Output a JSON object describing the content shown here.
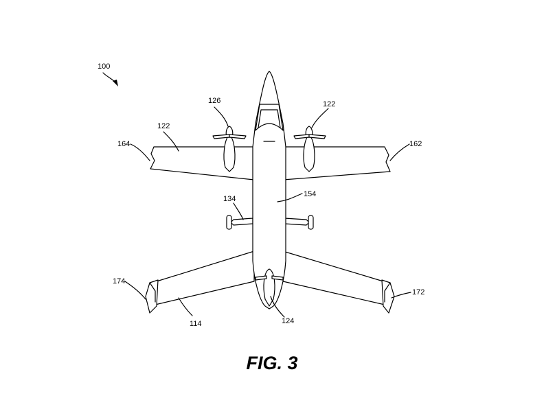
{
  "figure": {
    "caption": "FIG. 3",
    "reference_numerals": {
      "aircraft": "100",
      "right_wing": "122",
      "left_wing": "122",
      "left_wing_rotor": "126",
      "fuselage": "154",
      "side_strut": "134",
      "tail": "114",
      "tail_rotor": "124",
      "right_wingtip": "162",
      "left_wingtip": "164",
      "right_tail_tip": "172",
      "left_tail_tip": "174"
    }
  }
}
